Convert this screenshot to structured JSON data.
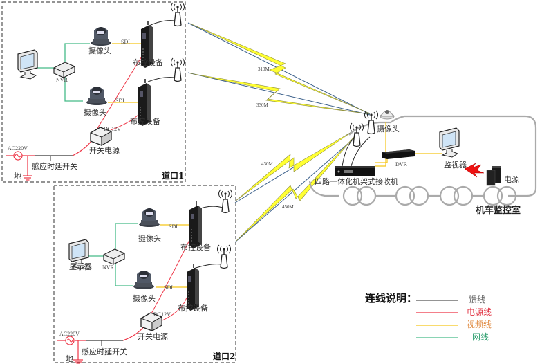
{
  "zones": [
    {
      "name": "道口1",
      "nvr_label": "NVR",
      "monitor_label": "",
      "camera_labels": [
        "摄像头",
        "摄像头"
      ],
      "sdi_labels": [
        "SDI",
        "SDI"
      ],
      "controller_labels": [
        "布控设备",
        "布控设备"
      ],
      "dc_label": "DC12V",
      "psu_label": "开关电源",
      "ac_label": "AC220V",
      "switch_label": "感应时延开关",
      "ground_label": "地"
    },
    {
      "name": "道口2",
      "nvr_label": "NVR",
      "monitor_label": "显示器",
      "camera_labels": [
        "摄像头",
        "摄像头"
      ],
      "sdi_labels": [
        "SDI",
        "SDI"
      ],
      "controller_labels": [
        "布控设备",
        "布控设备"
      ],
      "dc_label": "DC12V",
      "psu_label": "开关电源",
      "ac_label": "AC220V",
      "switch_label": "感应时延开关",
      "ground_label": "地"
    }
  ],
  "links": [
    {
      "freq": "310M"
    },
    {
      "freq": "330M"
    },
    {
      "freq": "430M"
    },
    {
      "freq": "450M"
    }
  ],
  "locomotive": {
    "title": "机车监控室",
    "camera_label": "摄像头",
    "dvr_label": "DVR",
    "receiver_label": "四路一体化机架式接收机",
    "monitor_label": "监视器",
    "power_label": "电源"
  },
  "legend": {
    "title": "连线说明：",
    "items": [
      {
        "label": "馈线",
        "color": "#555555",
        "text_color": "#666666"
      },
      {
        "label": "电源线",
        "color": "#ee3344",
        "text_color": "#e03040"
      },
      {
        "label": "视频线",
        "color": "#f5c518",
        "text_color": "#e08a40"
      },
      {
        "label": "网线",
        "color": "#44bb88",
        "text_color": "#30a070"
      }
    ]
  },
  "colors": {
    "feeder": "#555555",
    "power": "#ee3344",
    "video": "#f5c518",
    "network": "#44bb88",
    "bolt": "#ffff33",
    "radio_line": "#3a5f8a"
  }
}
